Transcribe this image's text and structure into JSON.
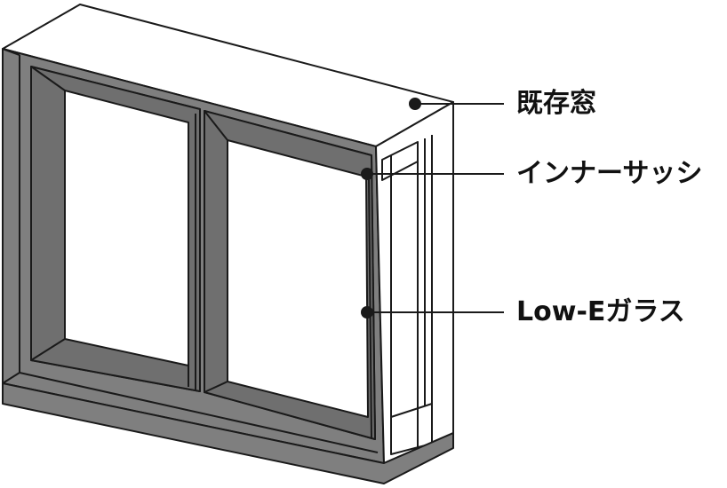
{
  "labels": {
    "existing_window": "既存窓",
    "inner_sash": "インナーサッシ",
    "low_e_glass": "Low-Eガラス"
  },
  "colors": {
    "frame": "#7f7f7f",
    "frame_dark": "#6f6f6f",
    "outline": "#1a1a1a",
    "glass": "#ffffff"
  }
}
